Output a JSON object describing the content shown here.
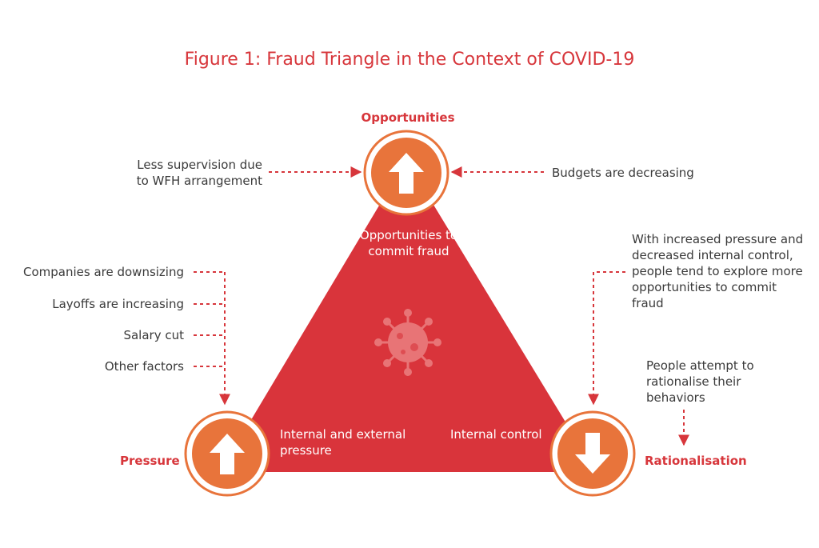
{
  "title": "Figure 1: Fraud Triangle in the Context of COVID-19",
  "colors": {
    "accent": "#d7363b",
    "triangle": "#d9343b",
    "node": "#e8743b",
    "text": "#3a3a3a"
  },
  "nodes": {
    "opportunities": {
      "label": "Opportunities",
      "inner": "Opportunities to commit fraud",
      "icon": "arrow-up-icon"
    },
    "pressure": {
      "label": "Pressure",
      "inner": "Internal and external pressure",
      "icon": "arrow-up-icon"
    },
    "rationalisation": {
      "label": "Rationalisation",
      "inner": "Internal control",
      "icon": "arrow-down-icon"
    }
  },
  "opportunity_factors": {
    "left": "Less supervision due to WFH arrangement",
    "right": "Budgets are decreasing"
  },
  "pressure_factors": [
    "Companies are downsizing",
    "Layoffs are increasing",
    "Salary cut",
    "Other factors"
  ],
  "rationalisation_notes": {
    "control": "With increased pressure and decreased internal control, people tend to explore more opportunities to commit fraud",
    "attempt": "People attempt to rationalise their behaviors"
  },
  "center_icon": "virus-icon"
}
